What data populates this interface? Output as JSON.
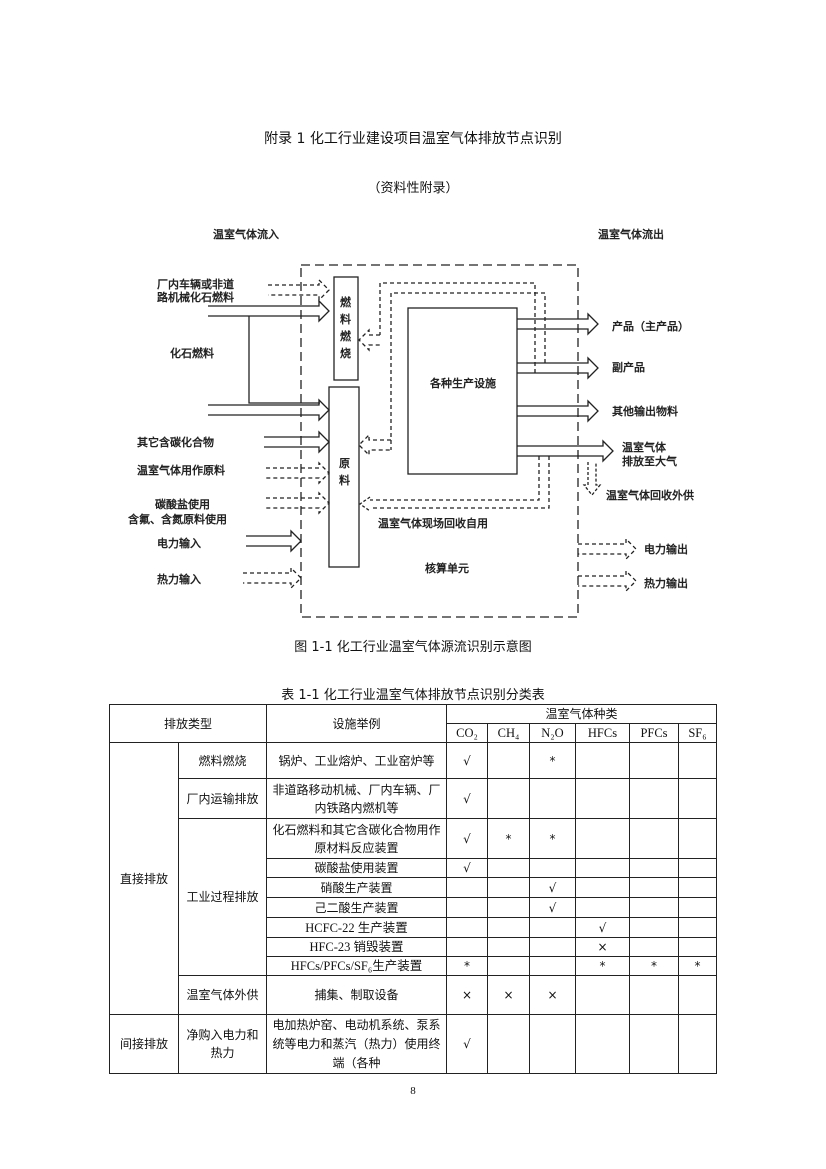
{
  "title": "附录 1 化工行业建设项目温室气体排放节点识别",
  "subtitle": "（资料性附录）",
  "diagram": {
    "inflow_header": "温室气体流入",
    "outflow_header": "温室气体流出",
    "inputs": {
      "vehicle_fuel_1": "厂内车辆或非道",
      "vehicle_fuel_2": "路机械化石燃料",
      "fossil_fuel": "化石燃料",
      "other_carbon": "其它含碳化合物",
      "ghg_feedstock": "温室气体用作原料",
      "carbonate": "碳酸盐使用",
      "fluorine_nitrogen": "含氟、含氮原料使用",
      "power_in": "电力输入",
      "heat_in": "热力输入"
    },
    "boxes": {
      "fuel_combustion": [
        "燃",
        "料",
        "燃",
        "烧"
      ],
      "feedstock": [
        "原",
        "料"
      ],
      "facilities": "各种生产设施",
      "accounting_unit": "核算单元",
      "onsite_recovery": "温室气体现场回收自用"
    },
    "outputs": {
      "product": "产品（主产品）",
      "byproduct": "副产品",
      "other_output": "其他输出物料",
      "ghg_atm_1": "温室气体",
      "ghg_atm_2": "排放至大气",
      "ghg_recovery": "温室气体回收外供",
      "power_out": "电力输出",
      "heat_out": "热力输出"
    },
    "caption": "图 1-1  化工行业温室气体源流识别示意图"
  },
  "table": {
    "caption": "表 1-1  化工行业温室气体排放节点识别分类表",
    "headers": {
      "type": "排放类型",
      "example": "设施举例",
      "gas_group": "温室气体种类",
      "gases": [
        "CO₂",
        "CH₄",
        "N₂O",
        "HFCs",
        "PFCs",
        "SF₆"
      ]
    },
    "groups": {
      "direct": "直接排放",
      "indirect": "间接排放",
      "fuel": "燃料燃烧",
      "transport": "厂内运输排放",
      "process": "工业过程排放",
      "supply": "温室气体外供",
      "purchased": "净购入电力和热力"
    },
    "rows": [
      {
        "example": "锅炉、工业熔炉、工业窑炉等",
        "marks": [
          "√",
          "",
          "*",
          "",
          "",
          ""
        ]
      },
      {
        "example": "非道路移动机械、厂内车辆、厂内铁路内燃机等",
        "marks": [
          "√",
          "",
          "",
          "",
          "",
          ""
        ]
      },
      {
        "example": "化石燃料和其它含碳化合物用作原材料反应装置",
        "marks": [
          "√",
          "*",
          "*",
          "",
          "",
          ""
        ]
      },
      {
        "example": "碳酸盐使用装置",
        "marks": [
          "√",
          "",
          "",
          "",
          "",
          ""
        ]
      },
      {
        "example": "硝酸生产装置",
        "marks": [
          "",
          "",
          "√",
          "",
          "",
          ""
        ]
      },
      {
        "example": "己二酸生产装置",
        "marks": [
          "",
          "",
          "√",
          "",
          "",
          ""
        ]
      },
      {
        "example": "HCFC-22 生产装置",
        "marks": [
          "",
          "",
          "",
          "√",
          "",
          ""
        ]
      },
      {
        "example": "HFC-23 销毁装置",
        "marks": [
          "",
          "",
          "",
          "×",
          "",
          ""
        ]
      },
      {
        "example": "HFCs/PFCs/SF₆生产装置",
        "marks": [
          "*",
          "",
          "",
          "*",
          "*",
          "*"
        ]
      },
      {
        "example": "捕集、制取设备",
        "marks": [
          "×",
          "×",
          "×",
          "",
          "",
          ""
        ]
      },
      {
        "example": "电加热炉窑、电动机系统、泵系统等电力和蒸汽（热力）使用终端（各种",
        "marks": [
          "√",
          "",
          "",
          "",
          "",
          ""
        ]
      }
    ]
  },
  "page_number": "8"
}
